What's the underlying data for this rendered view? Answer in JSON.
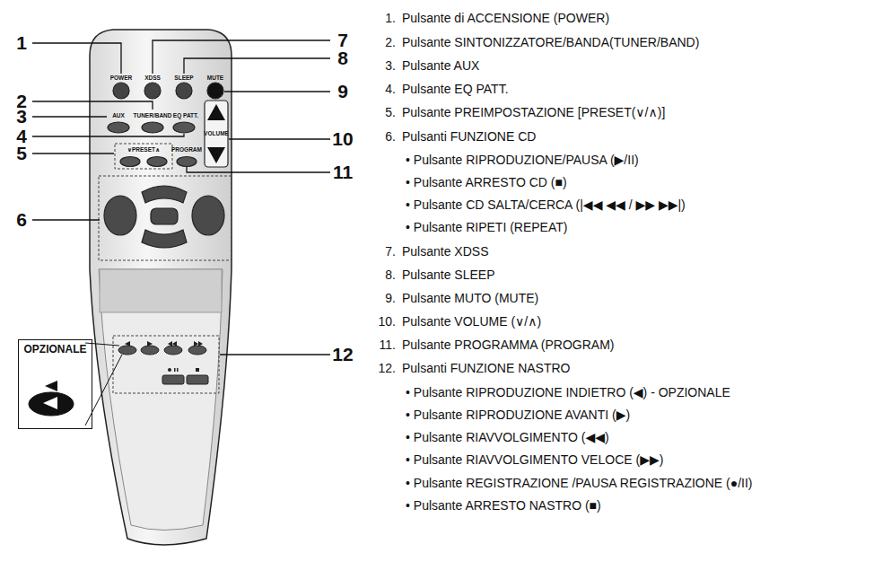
{
  "diagram": {
    "nodes": [
      {
        "text": [
          "OPZIONALE"
        ]
      }
    ],
    "labels": [
      "1",
      "2",
      "3",
      "4",
      "5",
      "6",
      "7",
      "8",
      "9",
      "10",
      "11",
      "12",
      "1.",
      "2.",
      "3.",
      "4.",
      "5.",
      "6.",
      "7.",
      "8.",
      "9.",
      "10.",
      "11.",
      "12.",
      "Pulsante di ACCENSIONE (POWER)",
      "Pulsante SINTONIZZATORE/BANDA(TUNER/BAND)",
      "Pulsante AUX",
      "Pulsante EQ PATT.",
      "Pulsante PREIMPOSTAZIONE [PRESET(∨/∧)]",
      "Pulsanti FUNZIONE CD",
      "• Pulsante RIPRODUZIONE/PAUSA (▶/II)",
      "• Pulsante ARRESTO CD (■)",
      "• Pulsante CD SALTA/CERCA (|◀◀ ◀◀ / ▶▶ ▶▶|)",
      "• Pulsante RIPETI (REPEAT)",
      "Pulsante XDSS",
      "Pulsante SLEEP",
      "Pulsante MUTO (MUTE)",
      "Pulsante VOLUME (∨/∧)",
      "Pulsante PROGRAMMA (PROGRAM)",
      "Pulsanti FUNZIONE NASTRO",
      "• Pulsante RIPRODUZIONE INDIETRO (◀) - OPZIONALE",
      "• Pulsante RIPRODUZIONE AVANTI (▶)",
      "• Pulsante RIAVVOLGIMENTO (◀◀)",
      "• Pulsante RIAVVOLGIMENTO VELOCE (▶▶)",
      "• Pulsante REGISTRAZIONE /PAUSA REGISTRAZIONE (●/II)",
      "• Pulsante ARRESTO NASTRO (■)",
      "POWER",
      "XDSS",
      "SLEEP",
      "MUTE",
      "AUX",
      "TUNER/BAND",
      "EQ PATT.",
      "∨PRESET∧",
      "PROGRAM",
      "VOLUME"
    ]
  }
}
